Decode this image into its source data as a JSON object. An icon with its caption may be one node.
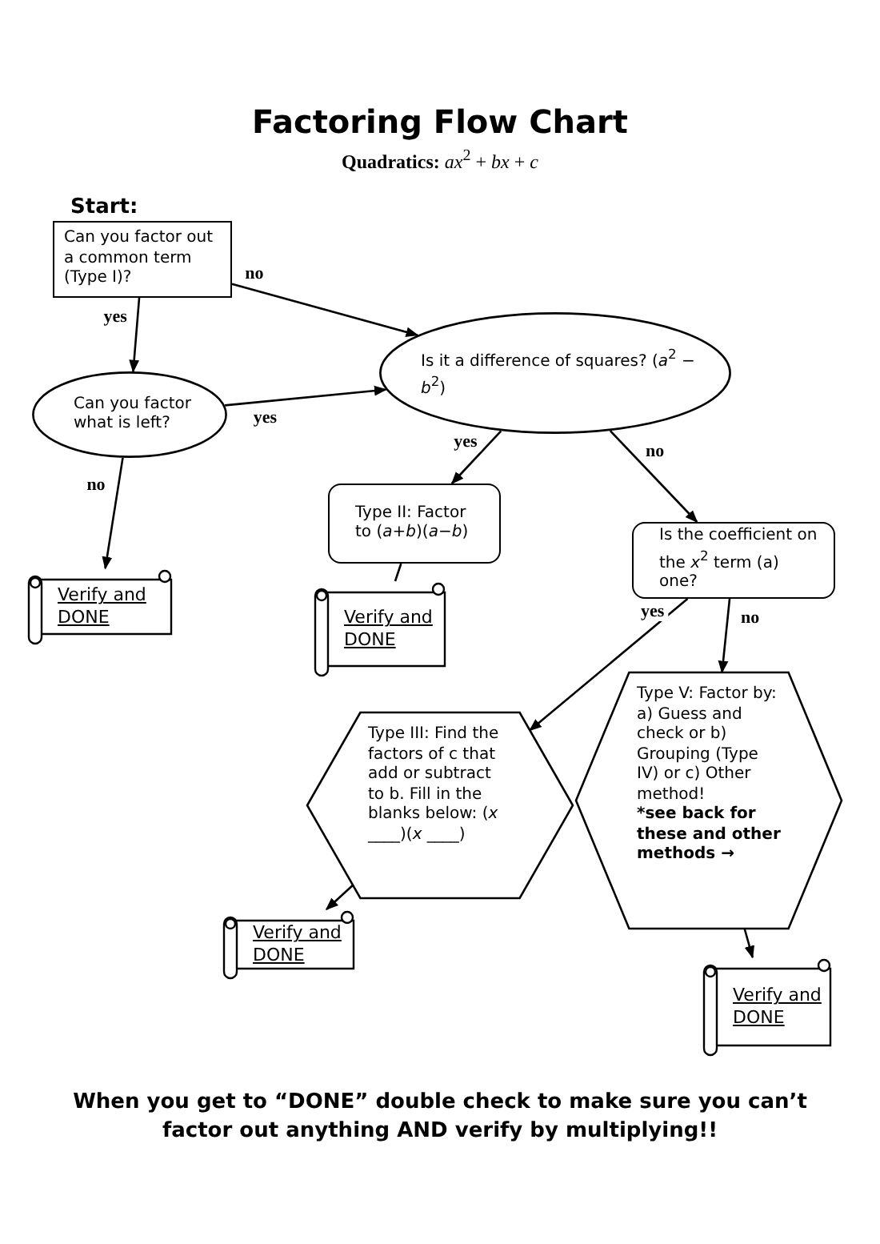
{
  "diagram": {
    "title": "Factoring Flow Chart",
    "caption": "When you get to “DONE” double check to make sure you can’t factor out anything AND verify by multiplying!!",
    "labels": [
      "**Quadratics:** *ax*$^{2}$ + *bx* + *c*"
    ],
    "nodes": [
      {
        "text": [
          "Start:",
          "Can you factor out a common term (Type I)?"
        ]
      },
      {
        "text": [
          "Is it a difference of squares?  (*a*$^{2}$ − *b*$^{2}$)"
        ]
      },
      {
        "text": [
          "Can you factor what is left?"
        ]
      },
      {
        "text": [
          "Verify and DONE"
        ]
      },
      {
        "text": [
          "Type II: Factor to (*a*+*b*)(*a*−*b*)"
        ]
      },
      {
        "text": [
          "Verify and DONE"
        ]
      },
      {
        "text": [
          "Is the coefficient on the *x*$^{2}$ term (a) one?"
        ]
      },
      {
        "text": [
          "Type III:  Find the factors of c that add or subtract to b. Fill in the blanks below: (*x* ____)(*x* ____)"
        ]
      },
      {
        "text": [
          "Type V: Factor by: a) Guess and check or b) Grouping (Type IV) or c) Other method!",
          "*see back for these and other methods →"
        ]
      },
      {
        "text": [
          "Verify and DONE"
        ]
      },
      {
        "text": [
          "Verify and DONE"
        ]
      }
    ],
    "edges": [
      {
        "from": 0,
        "to": 2,
        "arrow": "to",
        "label": "yes"
      },
      {
        "from": 0,
        "to": 1,
        "arrow": "to",
        "label": "no"
      },
      {
        "from": 2,
        "to": 1,
        "arrow": "to",
        "label": "yes"
      },
      {
        "from": 2,
        "to": 3,
        "arrow": "to",
        "label": "no"
      },
      {
        "from": 1,
        "to": 4,
        "arrow": "to",
        "label": "yes"
      },
      {
        "from": 1,
        "to": 6,
        "arrow": "to",
        "label": "no"
      },
      {
        "from": 4,
        "to": 5,
        "arrow": "none"
      },
      {
        "from": 6,
        "to": 7,
        "arrow": "to",
        "label": "yes"
      },
      {
        "from": 6,
        "to": 8,
        "arrow": "to",
        "label": "no"
      },
      {
        "from": 7,
        "to": 9,
        "arrow": "to"
      },
      {
        "from": 8,
        "to": 10,
        "arrow": "to"
      }
    ]
  }
}
